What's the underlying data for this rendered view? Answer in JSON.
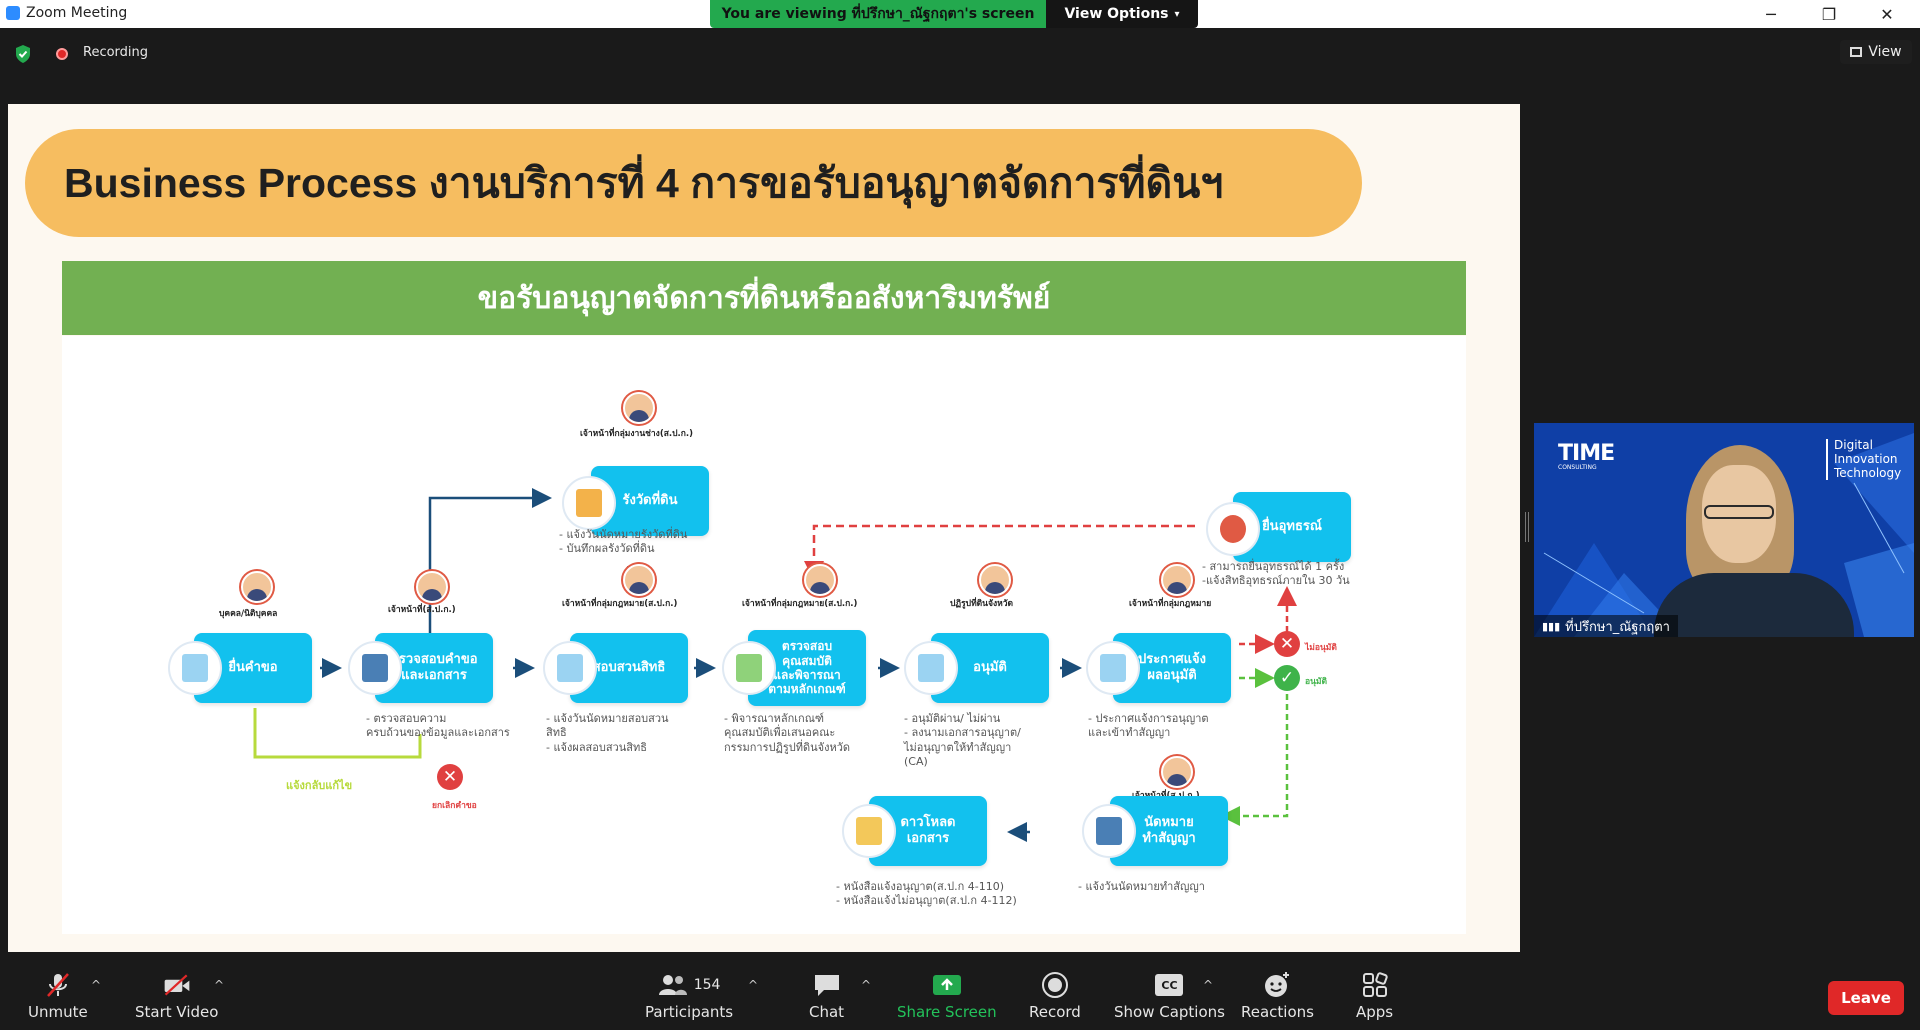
{
  "window": {
    "title": "Zoom Meeting",
    "share_banner": "You are viewing ที่ปรึกษา_ณัฐกฤตา's screen",
    "view_options": "View Options",
    "minimize": "─",
    "restore": "❐",
    "close": "✕"
  },
  "meeting": {
    "recording_label": "Recording",
    "view_label": "View"
  },
  "slide": {
    "title": "Business Process งานบริการที่ 4 การขอรับอนุญาตจัดการที่ดินฯ",
    "banner": "ขอรับอนุญาตจัดการที่ดินหรืออสังหาริมทรัพย์",
    "roles": {
      "applicant": "บุคคล/นิติบุคคล",
      "officer1": "เจ้าหน้าที่(ส.ป.ก.)",
      "surveyor": "เจ้าหน้าที่กลุ่มงานช่าง(ส.ป.ก.)",
      "legal1": "เจ้าหน้าที่กลุ่มกฎหมาย(ส.ป.ก.)",
      "legal2": "เจ้าหน้าที่กลุ่มกฎหมาย(ส.ป.ก.)",
      "reform": "ปฏิรูปที่ดินจังหวัด",
      "legal3": "เจ้าหน้าที่กลุ่มกฎหมาย",
      "officer2": "เจ้าหน้าที่(ส.ป.ก.)"
    },
    "steps": {
      "submit": "ยื่นคำขอ",
      "check_docs": "ตรวจสอบคำขอ\nและเอกสาร",
      "survey": "รังวัดที่ดิน",
      "investigate": "สอบสวนสิทธิ",
      "verify": "ตรวจสอบ\nคุณสมบัติ\nและพิจารณา\nตามหลักเกณฑ์",
      "approve": "อนุมัติ",
      "announce": "ประกาศแจ้ง\nผลอนุมัติ",
      "appeal": "ยื่นอุทธรณ์",
      "appoint": "นัดหมาย\nทำสัญญา",
      "download": "ดาวโหลด\nเอกสาร"
    },
    "notes": {
      "check_docs": "- ตรวจสอบความ\nครบถ้วนของข้อมูลและเอกสาร",
      "survey": "- แจ้งวันนัดหมายรังวัดที่ดิน\n- บันทึกผลรังวัดที่ดิน",
      "investigate": "- แจ้งวันนัดหมายสอบสวน\nสิทธิ\n- แจ้งผลสอบสวนสิทธิ",
      "verify": "- พิจารณาหลักเกณฑ์\nคุณสมบัติเพื่อเสนอคณะ\nกรรมการปฏิรูปที่ดินจังหวัด",
      "approve": "- อนุมัติผ่าน/ ไม่ผ่าน\n- ลงนามเอกสารอนุญาต/\nไม่อนุญาตให้ทำสัญญา\n(CA)",
      "announce": "- ประกาศแจ้งการอนุญาต\nและเข้าทำสัญญา",
      "appeal": "- สามารถยื่นอุทธรณ์ได้ 1 ครั้ง\n-แจ้งสิทธิอุทธรณ์ภายใน 30 วัน",
      "appoint": "- แจ้งวันนัดหมายทำสัญญา",
      "download": "- หนังสือแจ้งอนุญาต(ส.ป.ก 4-110)\n- หนังสือแจ้งไม่อนุญาต(ส.ป.ก 4-112)"
    },
    "return_label": "แจ้งกลับแก้ไข",
    "cancel_label": "ยกเลิกคำขอ",
    "reject_label": "ไม่อนุมัติ",
    "accept_label": "อนุมัติ"
  },
  "video": {
    "logo": "TIME",
    "logo_sub": "CONSULTING",
    "tagline": "Digital\nInnovation\nTechnology",
    "participant_name": "ที่ปรึกษา_ณัฐกฤตา"
  },
  "toolbar": {
    "unmute": "Unmute",
    "start_video": "Start Video",
    "participants_count": "154",
    "participants": "Participants",
    "chat": "Chat",
    "share_screen": "Share Screen",
    "record": "Record",
    "captions": "Show Captions",
    "captions_icon": "CC",
    "reactions": "Reactions",
    "apps": "Apps",
    "leave": "Leave"
  },
  "colors": {
    "title_pill": "#f6bd60",
    "band": "#72b052",
    "step_box": "#12c1ee",
    "zoom_green": "#23a94e",
    "leave_red": "#e02828"
  }
}
